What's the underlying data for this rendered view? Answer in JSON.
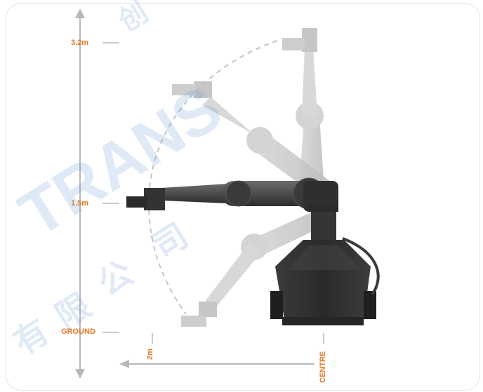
{
  "labels": {
    "height_top": "3.2m",
    "height_mid": "1.5m",
    "ground": "GROUND",
    "reach": "2m",
    "centre": "CENTRE"
  },
  "colors": {
    "accent": "#e8782a",
    "axis": "#b8b8b8",
    "arm_dark": "#4a4a4a",
    "arm_ghost": "#c9c9c9",
    "watermark": "#5a8fd6"
  },
  "watermark": {
    "latin": "TRANS",
    "cjk": [
      "有",
      "限",
      "公",
      "司",
      "创"
    ]
  }
}
